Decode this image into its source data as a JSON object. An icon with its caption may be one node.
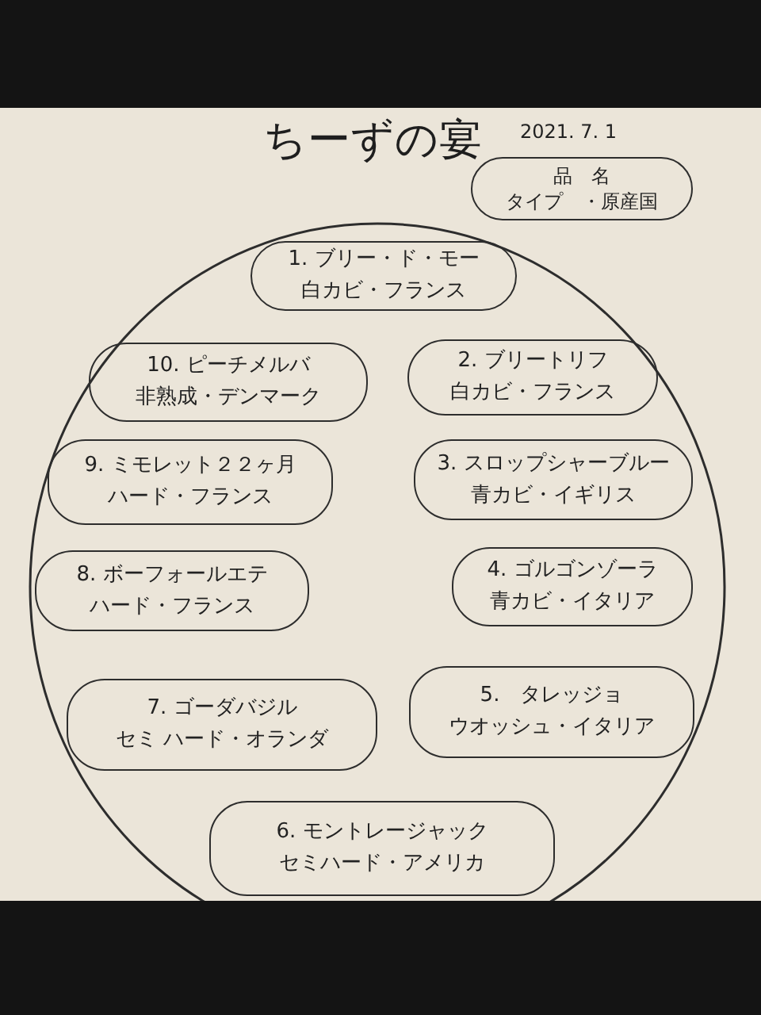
{
  "diagram": {
    "title": "ちーずの宴",
    "nodes": [
      {
        "text": [
          "品　名",
          "タイプ　・原産国"
        ]
      },
      {
        "text": [],
        "shape": "circle"
      },
      {
        "text": [
          "1. ブリー・ド・モー",
          "白カビ・フランス"
        ],
        "in": 1
      },
      {
        "text": [
          "10. ピーチメルバ",
          "非熟成・デンマーク"
        ],
        "in": 1
      },
      {
        "text": [
          "2. ブリートリフ",
          "白カビ・フランス"
        ],
        "in": 1
      },
      {
        "text": [
          "9. ミモレット２２ヶ月",
          "ハード・フランス"
        ],
        "in": 1
      },
      {
        "text": [
          "3. スロップシャーブルー",
          "青カビ・イギリス"
        ],
        "in": 1
      },
      {
        "text": [
          "8. ボーフォールエテ",
          "ハード・フランス"
        ],
        "in": 1
      },
      {
        "text": [
          "4. ゴルゴンゾーラ",
          "青カビ・イタリア"
        ],
        "in": 1
      },
      {
        "text": [
          "7. ゴーダバジル",
          "セミ ハード・オランダ"
        ],
        "in": 1
      },
      {
        "text": [
          "5.　タレッジョ",
          "ウオッシュ・イタリア"
        ],
        "in": 1
      },
      {
        "text": [
          "6. モントレージャック",
          "セミハード・アメリカ"
        ],
        "in": 1
      }
    ],
    "labels": [
      "2021. 7. 1"
    ]
  }
}
